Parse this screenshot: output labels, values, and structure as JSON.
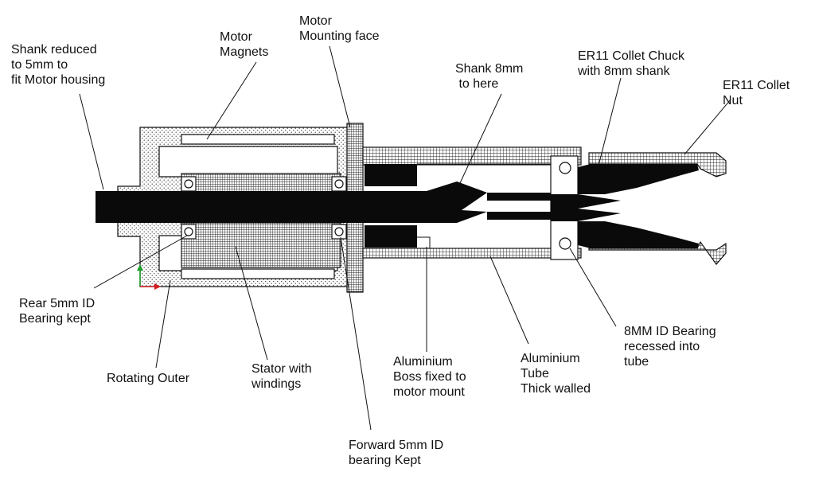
{
  "labels": {
    "shank_reduced": "Shank reduced\nto 5mm to\nfit Motor housing",
    "motor_magnets": "Motor\nMagnets",
    "motor_mounting_face": "Motor\nMounting face",
    "shank_8mm": "Shank 8mm\n to here",
    "er11_chuck": "ER11 Collet Chuck\nwith 8mm shank",
    "er11_nut": "ER11 Collet\nNut",
    "rear_bearing": "Rear 5mm ID\nBearing kept",
    "rotating_outer": "Rotating Outer",
    "stator": "Stator with\nwindings",
    "forward_bearing": "Forward 5mm ID\nbearing Kept",
    "aluminium_boss": "Aluminium\nBoss fixed to\nmotor mount",
    "aluminium_tube": "Aluminium\nTube\nThick walled",
    "bearing_8mm": "8MM ID Bearing\nrecessed into\ntube"
  },
  "colors": {
    "line": "#111111",
    "solid": "#0a0a0a",
    "axis_x": "#d21f1f",
    "axis_y": "#1f9d2a"
  },
  "icons": {
    "axis_triad": "ucs-axis-icon"
  }
}
